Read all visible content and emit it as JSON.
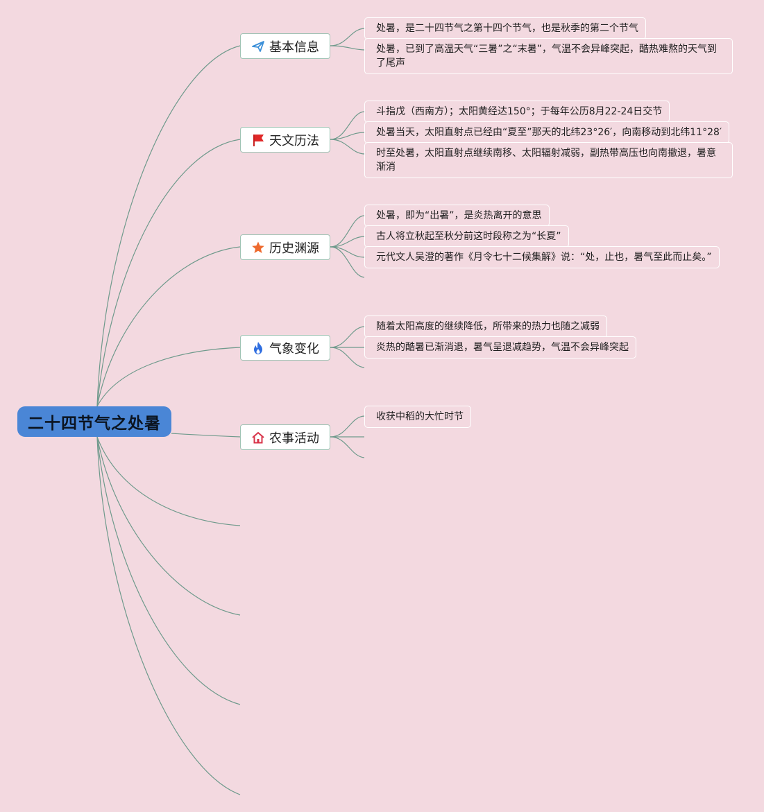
{
  "root": {
    "title": "二十四节气之处暑"
  },
  "branches": [
    {
      "label": "基本信息",
      "icon": "paper-plane-icon",
      "color": "#3a8fd8",
      "leaves": [
        "处暑，是二十四节气之第十四个节气，也是秋季的第二个节气",
        "处暑，已到了高温天气“三暑”之“末暑”，气温不会异峰突起，酷热难熬的天气到了尾声"
      ]
    },
    {
      "label": "天文历法",
      "icon": "flag-icon",
      "color": "#e02828",
      "leaves": [
        "斗指戊（西南方）；太阳黄经达150°；于每年公历8月22-24日交节",
        "处暑当天，太阳直射点已经由“夏至”那天的北纬23°26′，向南移动到北纬11°28′",
        "时至处暑，太阳直射点继续南移、太阳辐射减弱，副热带高压也向南撤退，暑意渐消"
      ]
    },
    {
      "label": "历史渊源",
      "icon": "star-icon",
      "color": "#ee6a2e",
      "leaves": [
        "处暑，即为“出暑”，是炎热离开的意思",
        "古人将立秋起至秋分前这时段称之为“长夏”",
        "元代文人吴澄的著作《月令七十二候集解》说：“处，止也，暑气至此而止矣。”"
      ]
    },
    {
      "label": "气象变化",
      "icon": "flame-icon",
      "color": "#2f6ee0",
      "leaves": [
        "随着太阳高度的继续降低，所带来的热力也随之减弱",
        "炎热的酷暑已渐消退，暑气呈退减趋势，气温不会异峰突起"
      ]
    },
    {
      "label": "农事活动",
      "icon": "house-icon",
      "color": "#d8344a",
      "leaves": [
        "收获中稻的大忙时节"
      ]
    }
  ],
  "colors": {
    "background": "#f3d9e0",
    "root_fill": "#4a86d6",
    "connector": "#6f9a8c",
    "branch_border": "#9fc3b4"
  }
}
